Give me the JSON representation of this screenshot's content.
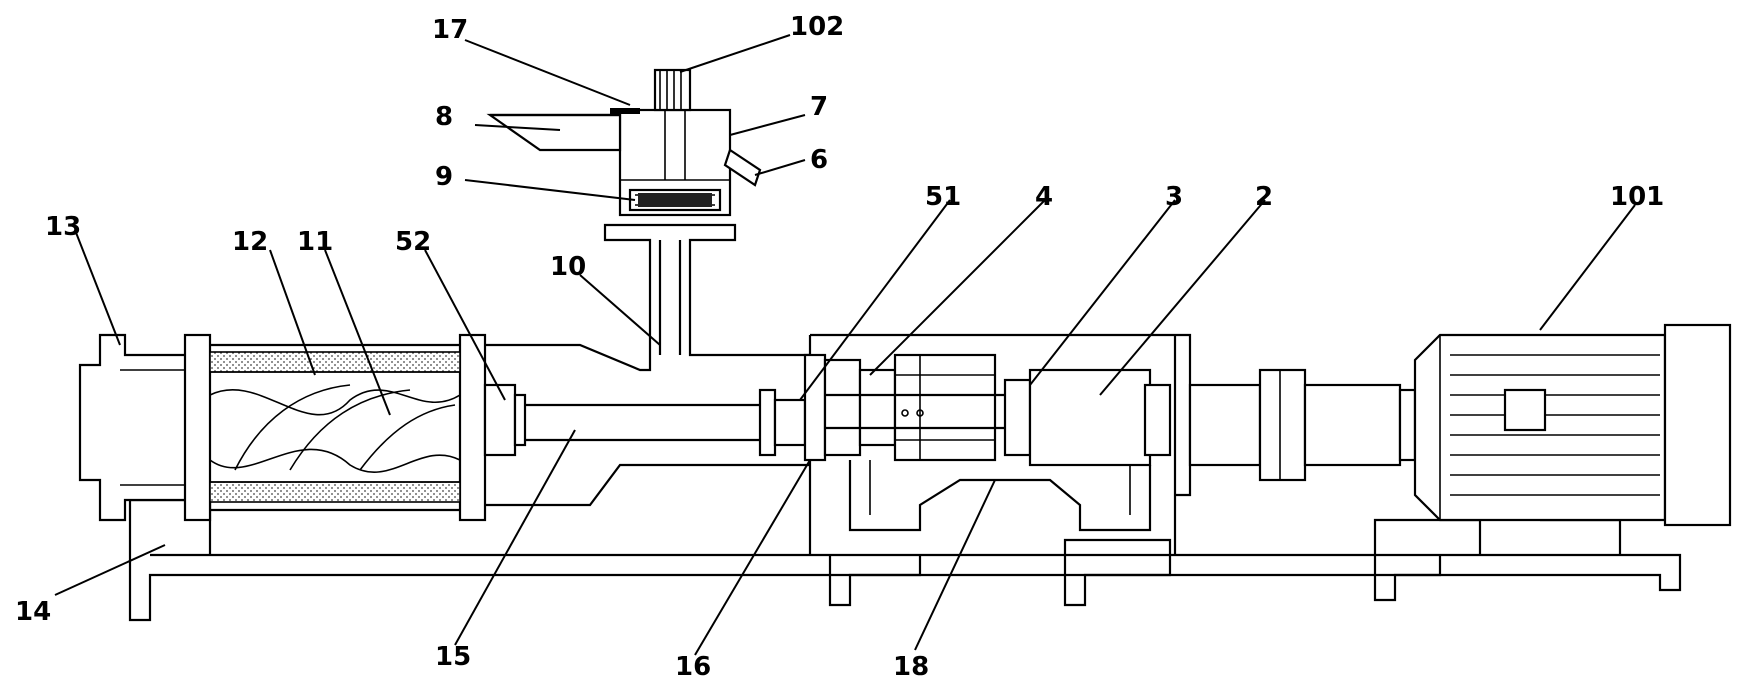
{
  "labels": {
    "l17": "17",
    "l102": "102",
    "l8": "8",
    "l7": "7",
    "l6": "6",
    "l9": "9",
    "l51": "51",
    "l4": "4",
    "l3": "3",
    "l2": "2",
    "l101": "101",
    "l13": "13",
    "l12": "12",
    "l11": "11",
    "l52": "52",
    "l10": "10",
    "l14": "14",
    "l15": "15",
    "l16": "16",
    "l18": "18"
  }
}
